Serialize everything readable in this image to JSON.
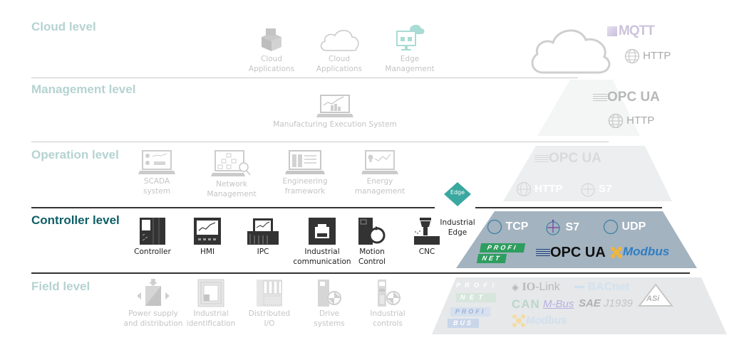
{
  "levels": [
    {
      "name": "Cloud level",
      "active": false
    },
    {
      "name": "Management level",
      "active": false
    },
    {
      "name": "Operation level",
      "active": false
    },
    {
      "name": "Controller level",
      "active": true
    },
    {
      "name": "Field level",
      "active": false
    }
  ],
  "cloud": {
    "items": [
      {
        "icon": "boxes-icon",
        "label": "Cloud\nApplications"
      },
      {
        "icon": "cloud-icon",
        "label": "Cloud\nApplications"
      },
      {
        "icon": "edge-management-icon",
        "label": "Edge\nManagement"
      }
    ],
    "protocols": [
      "MQTT",
      "HTTP"
    ]
  },
  "management": {
    "items": [
      {
        "icon": "mes-laptop-icon",
        "label": "Manufacturing Execution System"
      }
    ],
    "protocols": [
      "OPC UA",
      "HTTP"
    ]
  },
  "operation": {
    "items": [
      {
        "icon": "scada-laptop-icon",
        "label": "SCADA\nsystem"
      },
      {
        "icon": "network-laptop-icon",
        "label": "Network\nManagement"
      },
      {
        "icon": "engineering-laptop-icon",
        "label": "Engineering\nframework"
      },
      {
        "icon": "energy-laptop-icon",
        "label": "Energy\nmanagement"
      }
    ],
    "protocols": [
      "OPC UA",
      "HTTP",
      "S7"
    ]
  },
  "edge": {
    "badge": "Edge",
    "label": "Industrial\nEdge",
    "color": "#3aa8a0"
  },
  "controller": {
    "items": [
      {
        "icon": "controller-icon",
        "label": "Controller"
      },
      {
        "icon": "hmi-icon",
        "label": "HMI"
      },
      {
        "icon": "ipc-icon",
        "label": "IPC"
      },
      {
        "icon": "ethernet-port-icon",
        "label": "Industrial\ncommunication"
      },
      {
        "icon": "motion-control-icon",
        "label": "Motion\nControl"
      },
      {
        "icon": "cnc-icon",
        "label": "CNC"
      }
    ],
    "protocols": [
      "TCP",
      "S7",
      "UDP",
      "PROFINET",
      "OPC UA",
      "Modbus"
    ],
    "profinet_top": "PROFI",
    "profinet_bottom": "NET"
  },
  "field": {
    "items": [
      {
        "icon": "power-supply-icon",
        "label": "Power supply\nand distribution"
      },
      {
        "icon": "rfid-icon",
        "label": "Industrial\nidentification"
      },
      {
        "icon": "distributed-io-icon",
        "label": "Distributed\nI/O"
      },
      {
        "icon": "drive-icon",
        "label": "Drive\nsystems"
      },
      {
        "icon": "industrial-controls-icon",
        "label": "Industrial\ncontrols"
      }
    ],
    "protocols": [
      "PROFINET",
      "IO-Link",
      "BACnet",
      "CAN",
      "M-Bus",
      "SAE J1939",
      "AS-i",
      "PROFIBUS",
      "Modbus"
    ],
    "profinet_top": "P R O F I",
    "profinet_bottom": "N E T",
    "profibus_top": "PROFI",
    "profibus_bottom": "BUS",
    "iolink": "IO-Link",
    "iolink_prefix": "IO",
    "iolink_suffix": "-Link",
    "bacnet": "BACnet",
    "can": "CAN",
    "mbus": "M-Bus",
    "sae": "SAE",
    "j1939": "J1939",
    "asi": "ASi",
    "modbus": "Modbus"
  },
  "colors": {
    "accent_teal": "#0e5f66",
    "muted_teal": "#b5d3d1",
    "controller_band": "#a3b3c0",
    "edge_badge": "#3aa8a0"
  }
}
